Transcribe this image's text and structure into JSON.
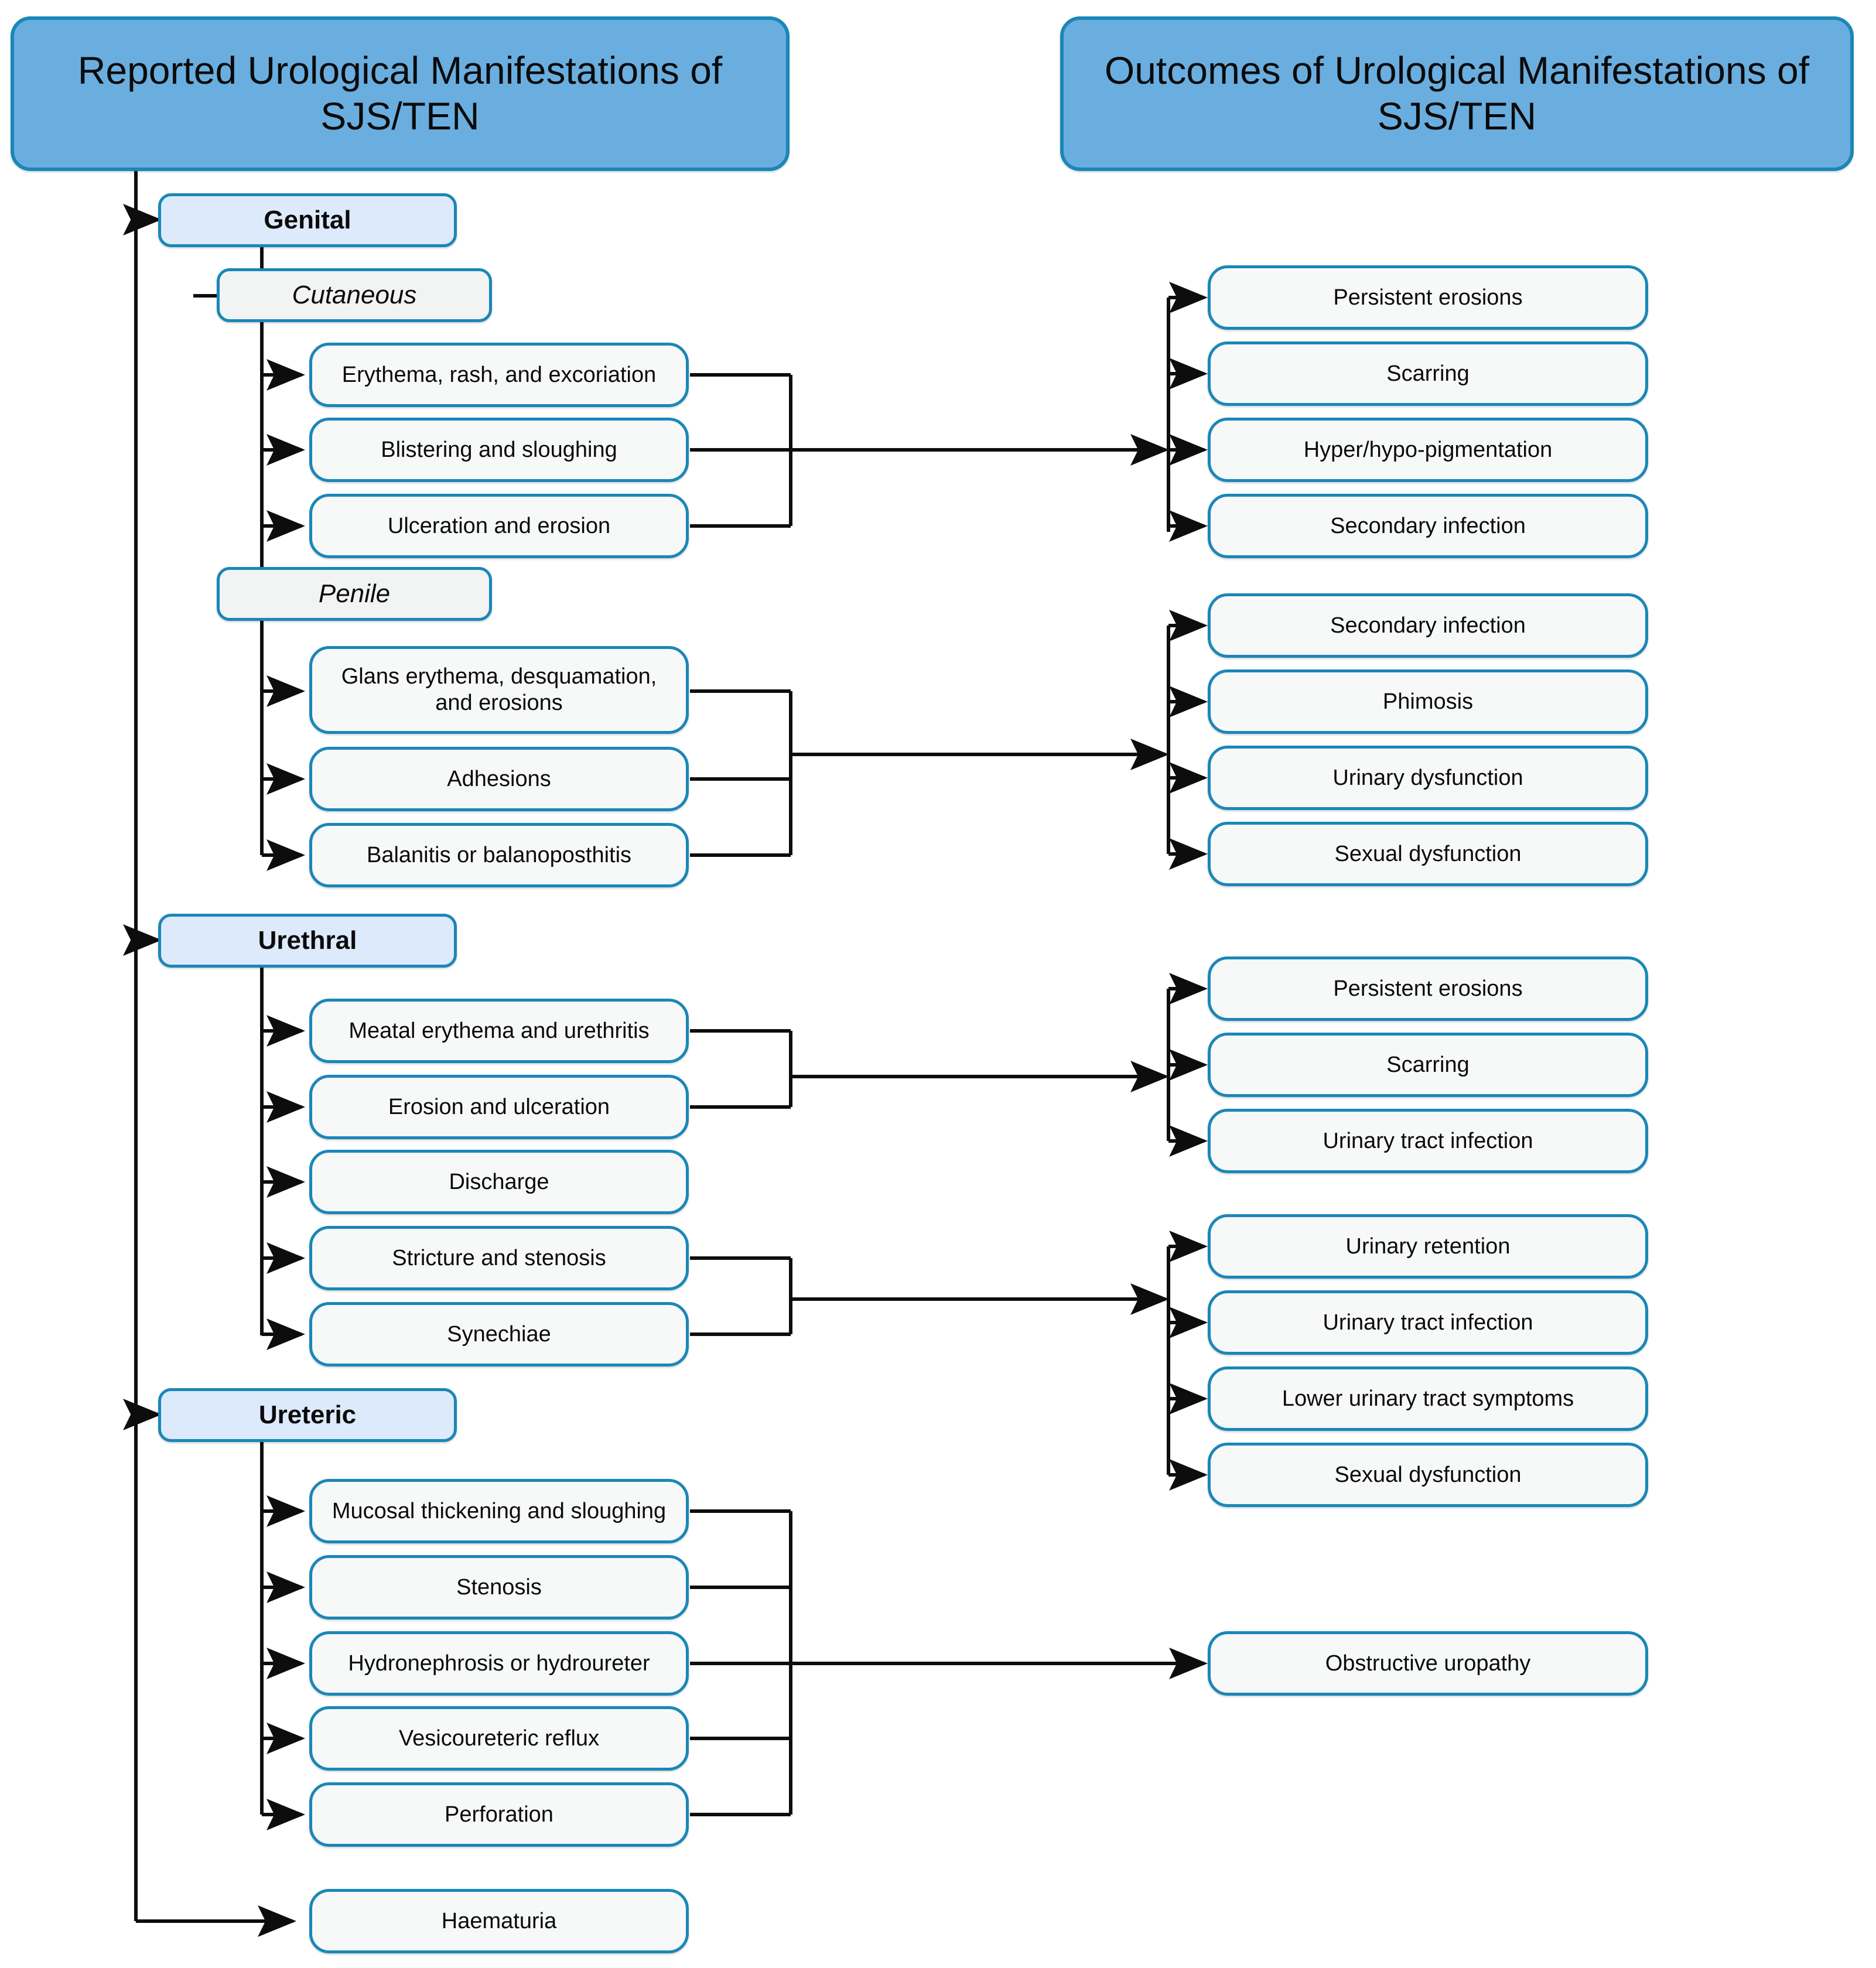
{
  "headers": {
    "left": "Reported Urological Manifestations of SJS/TEN",
    "right": "Outcomes of Urological Manifestations of SJS/TEN"
  },
  "colors": {
    "header_fill": "#6aaee0",
    "category_fill": "#dceafb",
    "subcategory_fill": "#f2f3f3",
    "node_fill": "#f7f8f8",
    "border": "#1a87b8",
    "connector": "#0d0d0d",
    "text": "#0b0b0b"
  },
  "categories": [
    {
      "id": "genital",
      "label": "Genital"
    },
    {
      "id": "urethral",
      "label": "Urethral"
    },
    {
      "id": "ureteric",
      "label": "Ureteric"
    }
  ],
  "subcategories": [
    {
      "id": "cutaneous",
      "label": "Cutaneous"
    },
    {
      "id": "penile",
      "label": "Penile"
    }
  ],
  "manifestations": {
    "cutaneous": [
      "Erythema, rash, and excoriation",
      "Blistering and sloughing",
      "Ulceration and erosion"
    ],
    "penile": [
      "Glans erythema, desquamation, and erosions",
      "Adhesions",
      "Balanitis or balanoposthitis"
    ],
    "urethral": [
      "Meatal erythema and urethritis",
      "Erosion and ulceration",
      "Discharge",
      "Stricture and stenosis",
      "Synechiae"
    ],
    "ureteric": [
      "Mucosal thickening and sloughing",
      "Stenosis",
      "Hydronephrosis or hydroureter",
      "Vesicoureteric reflux",
      "Perforation"
    ],
    "other": [
      "Haematuria"
    ]
  },
  "outcomes": {
    "cutaneous": [
      "Persistent erosions",
      "Scarring",
      "Hyper/hypo-pigmentation",
      "Secondary infection"
    ],
    "penile": [
      "Secondary infection",
      "Phimosis",
      "Urinary dysfunction",
      "Sexual dysfunction"
    ],
    "urethral_inflammatory": [
      "Persistent erosions",
      "Scarring",
      "Urinary tract infection"
    ],
    "urethral_obstructive": [
      "Urinary retention",
      "Urinary tract infection",
      "Lower urinary tract symptoms",
      "Sexual dysfunction"
    ],
    "ureteric": [
      "Obstructive uropathy"
    ]
  }
}
